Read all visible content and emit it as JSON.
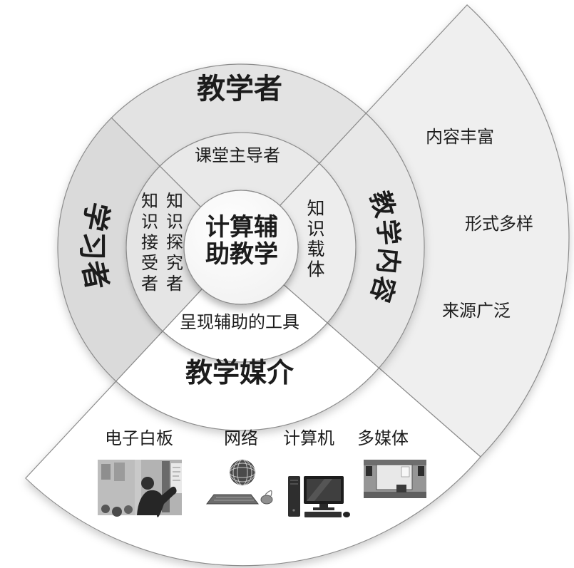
{
  "colors": {
    "line": "#8c8c8c",
    "text": "#1c1c1c",
    "fan_right_fill": "#efefef",
    "fan_bottom_fill": "#ffffff",
    "outer_top_fill": "#e3e3e3",
    "outer_left_fill": "#dadada",
    "outer_right_fill": "#e8e8e8",
    "outer_bottom_fill": "#ffffff",
    "inner_top_fill": "#e9e9e9",
    "inner_left_fill": "#e5e5e5",
    "inner_right_fill": "#ededed",
    "inner_bottom_fill": "#ffffff",
    "center_fill": "#ffffff"
  },
  "center": {
    "lines": [
      "计算辅",
      "助教学"
    ]
  },
  "inner_ring": {
    "top": "课堂主导者",
    "right": "知识载体",
    "bottom": "呈现辅助的工具",
    "left_columns": [
      "知识探究者",
      "知识接受者"
    ]
  },
  "outer_ring": {
    "top": "教学者",
    "right": "教学内容",
    "bottom": "教学媒介",
    "left": "学习者"
  },
  "right_fan": {
    "labels": [
      "内容丰富",
      "形式多样",
      "来源广泛"
    ]
  },
  "bottom_fan": {
    "items": [
      {
        "label": "电子白板",
        "icon": "whiteboard-photo"
      },
      {
        "label": "网络",
        "icon": "network-photo"
      },
      {
        "label": "计算机",
        "icon": "computer-photo"
      },
      {
        "label": "多媒体",
        "icon": "multimedia-photo"
      }
    ]
  }
}
